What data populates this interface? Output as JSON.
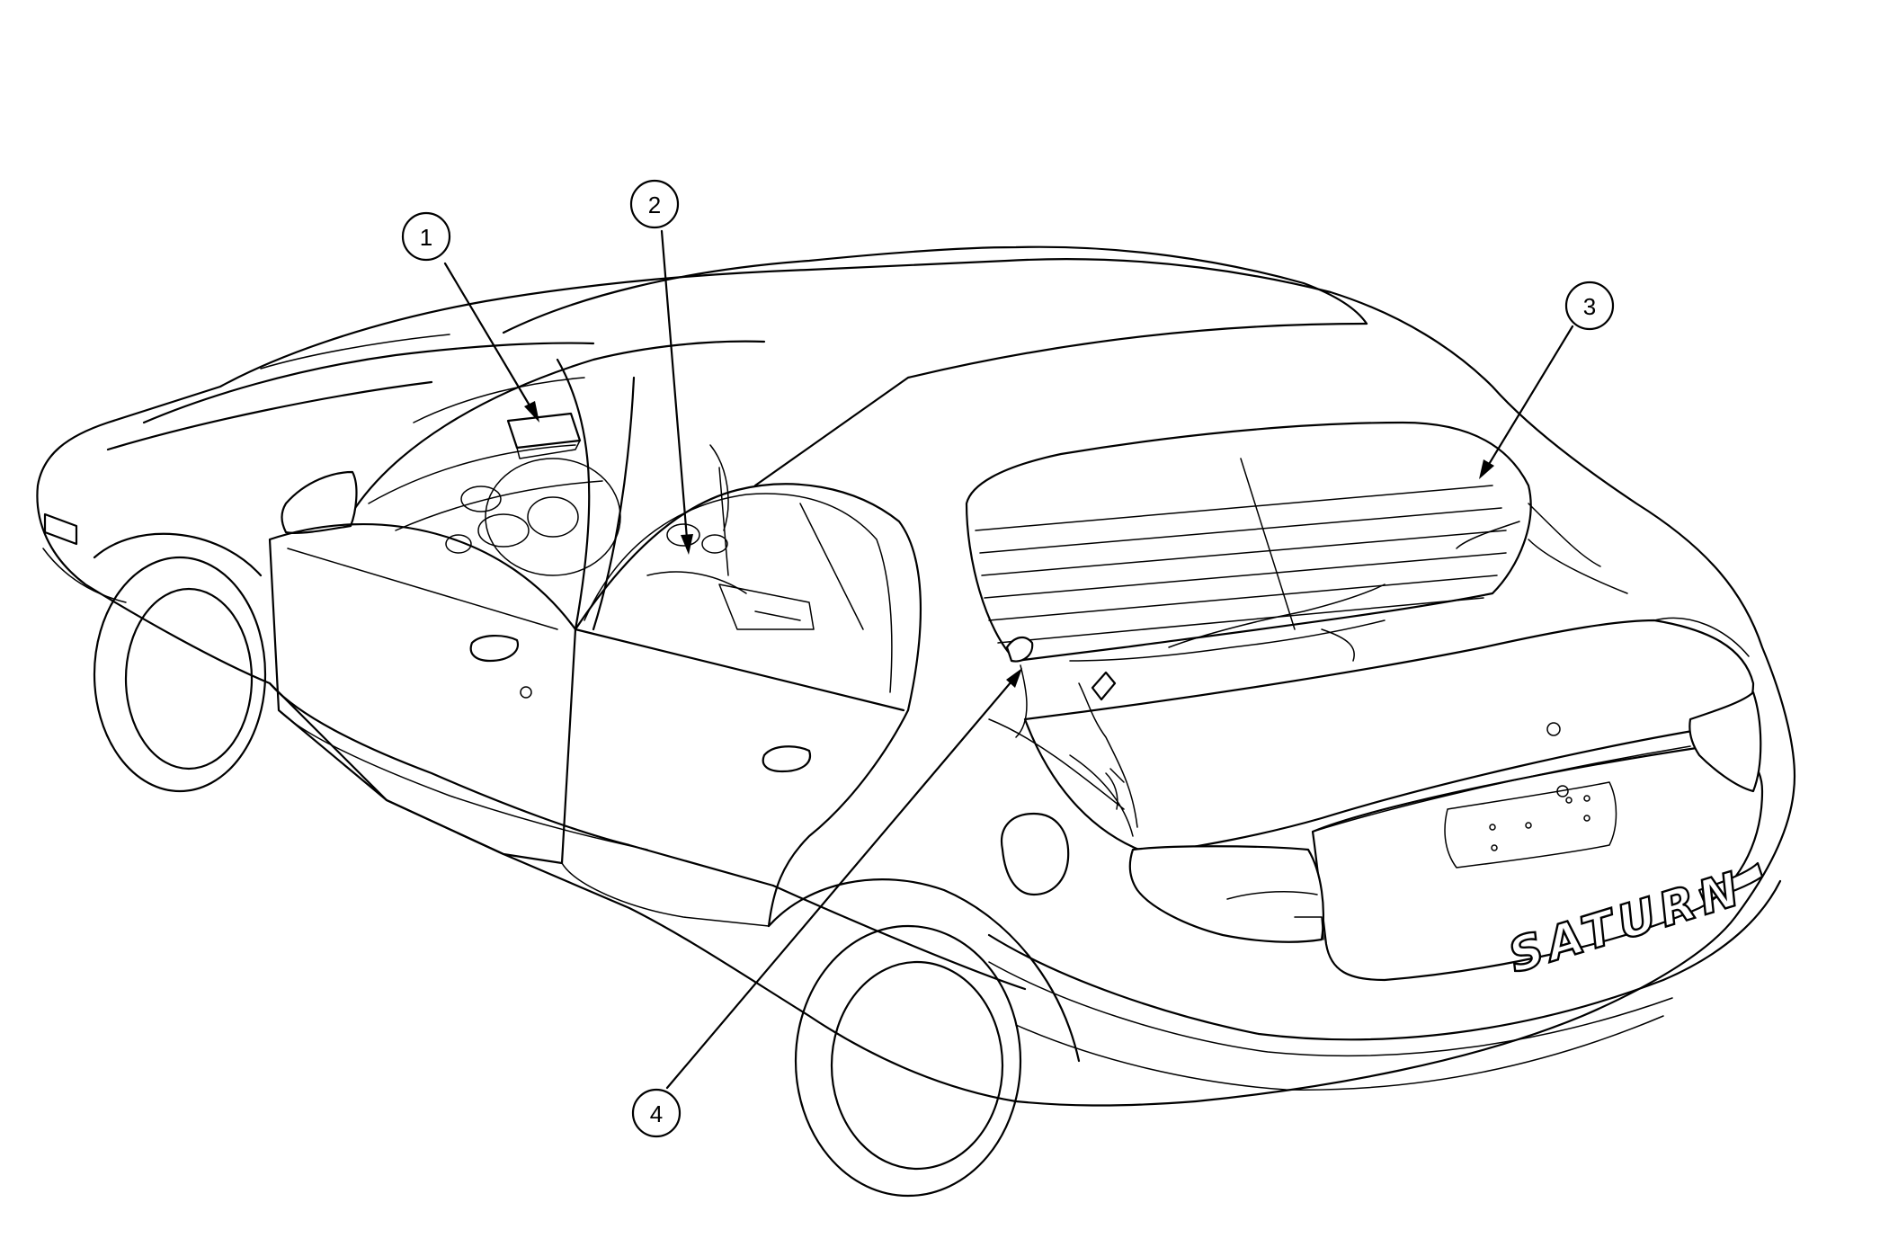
{
  "callouts": [
    {
      "label": "1"
    },
    {
      "label": "2"
    },
    {
      "label": "3"
    },
    {
      "label": "4"
    }
  ],
  "badge_text": "SATURN"
}
